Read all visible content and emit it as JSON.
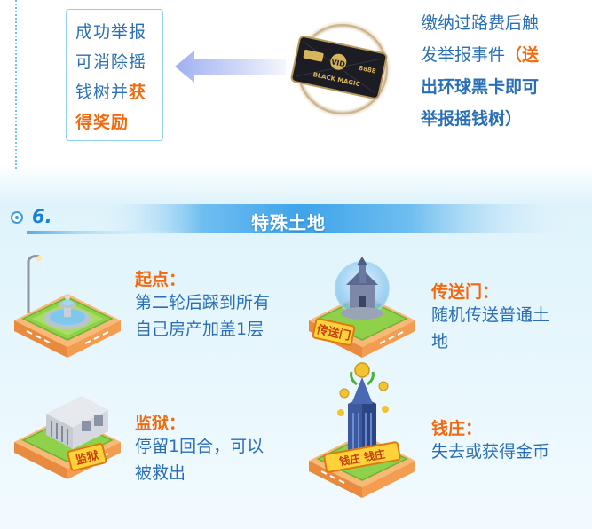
{
  "colors": {
    "accent_blue": "#2a6fb5",
    "accent_orange": "#f26a10",
    "banner_blue": "#3fa4ea",
    "tile_orange": "#f5a05a",
    "grass_green": "#8fd14a"
  },
  "top_left_box": {
    "line1": "成功举报",
    "line2": "可消除摇",
    "line3_plain": "钱树并",
    "line3_highlight": "获",
    "line4_highlight": "得奖励"
  },
  "black_card": {
    "brand_text": "BLACK MAGIC",
    "number_text": "8888",
    "logo_text": "VID"
  },
  "top_right_desc": {
    "line1": "缴纳过路费后触",
    "line2_plain": "发举报事件",
    "line2_highlight": "（送",
    "line3_highlight": "出环球黑卡即可",
    "line4_highlight": "举报摇钱树）"
  },
  "section": {
    "number": "6.",
    "title": "特殊土地"
  },
  "tiles": [
    {
      "label": "起点：",
      "desc_lines": [
        "第二轮后踩到所有",
        "自己房产加盖1层"
      ],
      "icon": "fountain-icon"
    },
    {
      "label": "传送门：",
      "desc_lines": [
        "随机传送普通土",
        "地"
      ],
      "icon": "portal-castle-icon",
      "badge": "传送门"
    },
    {
      "label": "监狱：",
      "desc_lines": [
        "停留1回合，可以",
        "被救出"
      ],
      "icon": "jail-building-icon",
      "badge": "监狱"
    },
    {
      "label": "钱庄：",
      "desc_lines": [
        "失去或获得金币"
      ],
      "icon": "money-tower-icon",
      "badge": "钱庄 钱庄"
    }
  ]
}
